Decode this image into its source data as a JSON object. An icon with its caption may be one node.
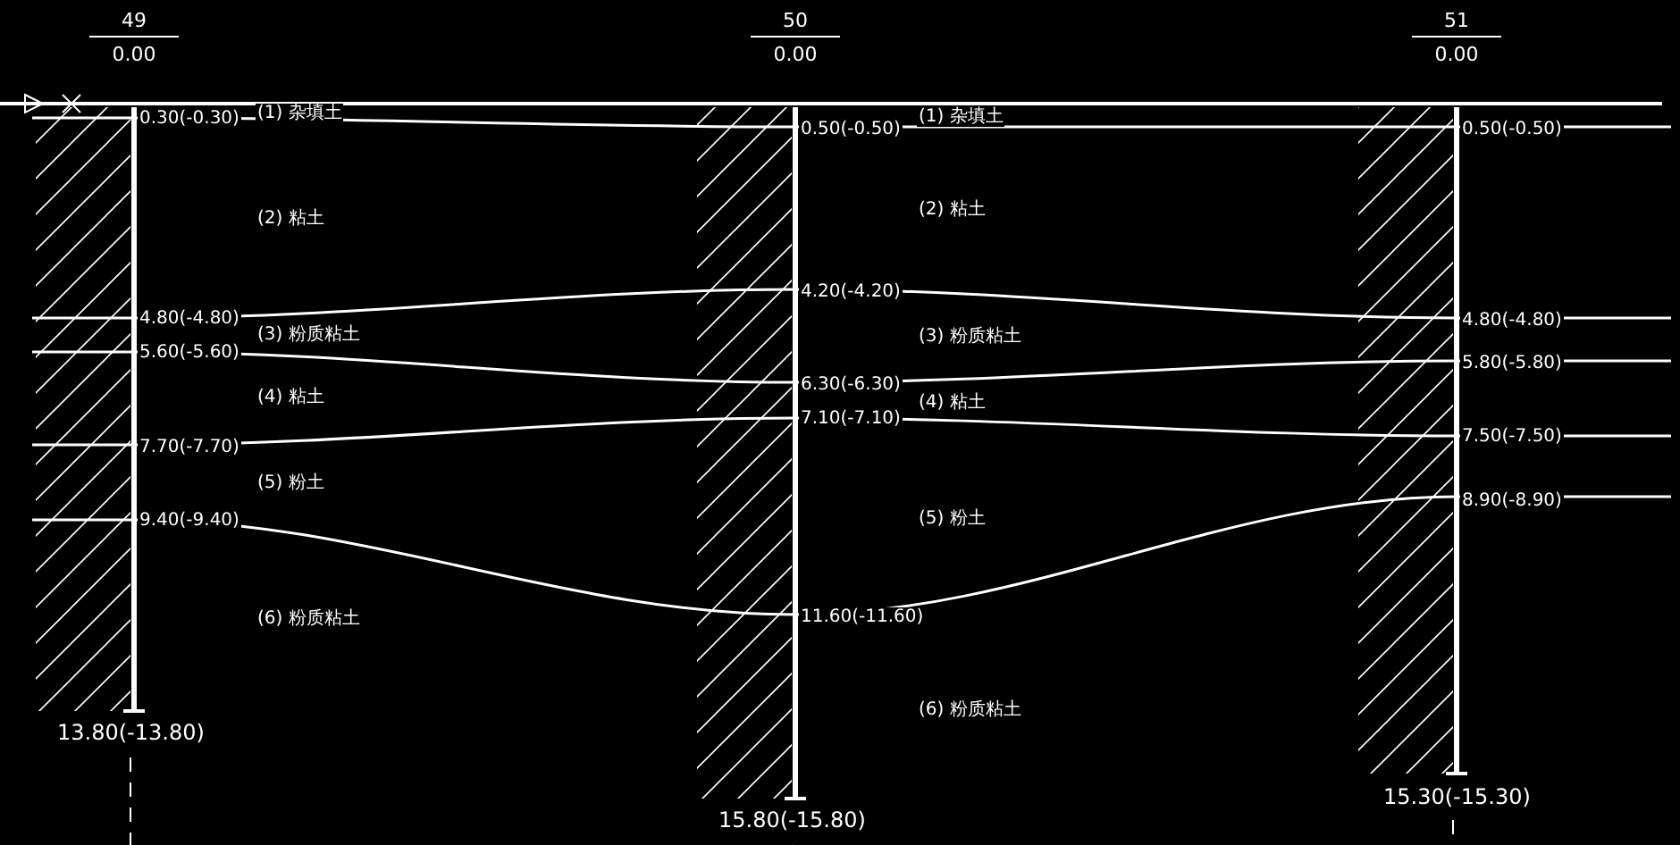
{
  "diagram": {
    "nodes": [
      {
        "text": [
          "49",
          "0.00"
        ]
      },
      {
        "text": [
          "50",
          "0.00"
        ]
      },
      {
        "text": [
          "51",
          "0.00"
        ]
      }
    ],
    "labels": [
      "0.30(-0.30)",
      "4.80(-4.80)",
      "5.60(-5.60)",
      "7.70(-7.70)",
      "9.40(-9.40)",
      "13.80(-13.80)",
      "(1) 杂填土",
      "(2) 粘土",
      "(3) 粉质粘土",
      "(4) 粘土",
      "(5) 粉土",
      "(6) 粉质粘土",
      "0.50(-0.50)",
      "4.20(-4.20)",
      "6.30(-6.30)",
      "7.10(-7.10)",
      "11.60(-11.60)",
      "15.80(-15.80)",
      "(1) 杂填土",
      "(2) 粘土",
      "(3) 粉质粘土",
      "(4) 粘土",
      "(5) 粉土",
      "(6) 粉质粘土",
      "0.50(-0.50)",
      "4.80(-4.80)",
      "5.80(-5.80)",
      "7.50(-7.50)",
      "8.90(-8.90)",
      "15.30(-15.30)"
    ]
  }
}
